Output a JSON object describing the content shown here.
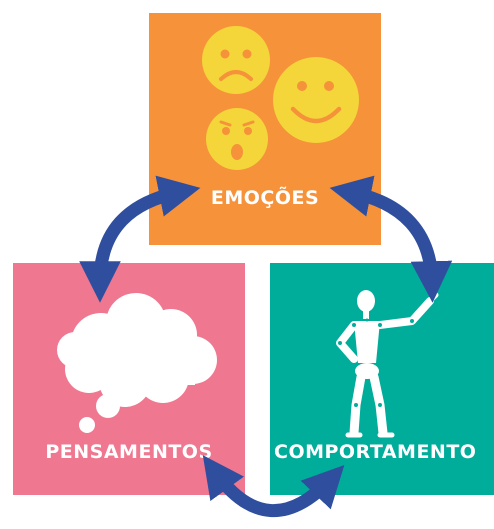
{
  "colors": {
    "emocoes": "#f5923a",
    "pensamentos": "#ef7890",
    "comportamento": "#00ad9a",
    "arrow": "#2f4f9e",
    "emoji": "#f4d53a"
  },
  "nodes": {
    "emocoes": {
      "label": "EMOÇÕES",
      "icon": "emoji-faces-icon"
    },
    "pensamentos": {
      "label": "PENSAMENTOS",
      "icon": "thought-cloud-icon"
    },
    "comportamento": {
      "label": "COMPORTAMENTO",
      "icon": "wooden-mannequin-icon"
    }
  },
  "edges": [
    {
      "from": "emocoes",
      "to": "pensamentos",
      "bidirectional": true
    },
    {
      "from": "emocoes",
      "to": "comportamento",
      "bidirectional": true
    },
    {
      "from": "pensamentos",
      "to": "comportamento",
      "bidirectional": true
    }
  ]
}
